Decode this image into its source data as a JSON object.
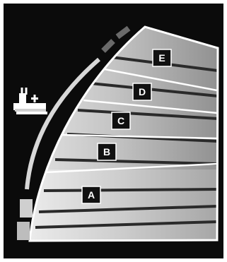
{
  "zones": [
    {
      "id": "E",
      "label": "E"
    },
    {
      "id": "D",
      "label": "D"
    },
    {
      "id": "C",
      "label": "C"
    },
    {
      "id": "B",
      "label": "B"
    },
    {
      "id": "A",
      "label": "A"
    }
  ],
  "icons": {
    "heated_seat": "heated-seat-icon"
  },
  "colors": {
    "background": "#0b0b0b",
    "frame": "#ffffff",
    "label_box": "#111111",
    "label_text": "#ffffff"
  }
}
